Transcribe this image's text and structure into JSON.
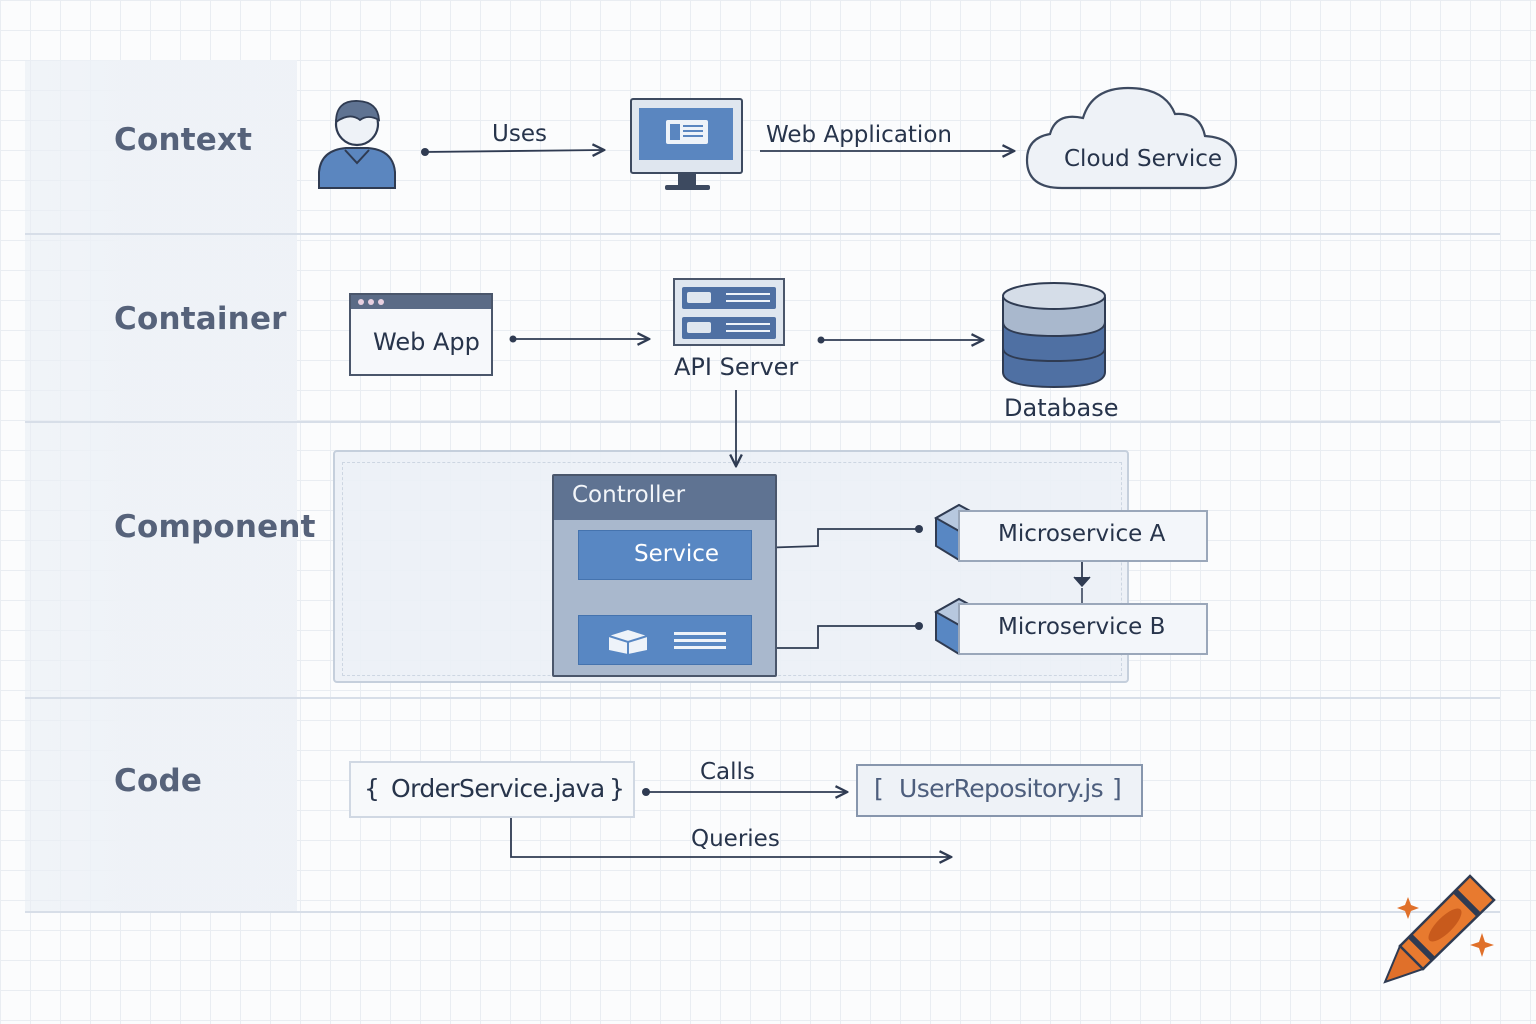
{
  "layers": {
    "context": "Context",
    "container": "Container",
    "component": "Component",
    "code": "Code"
  },
  "context": {
    "user_icon": "user-icon",
    "edge_uses": "Uses",
    "monitor_icon": "monitor-icon",
    "edge_web_application": "Web Application",
    "cloud_label": "Cloud Service"
  },
  "container": {
    "web_app": "Web App",
    "api_server": "API Server",
    "database": "Database"
  },
  "component": {
    "controller": "Controller",
    "service": "Service",
    "microservice_a": "Microservice A",
    "microservice_b": "Microservice B"
  },
  "code": {
    "order_open": "{",
    "order_service": "OrderService.java",
    "order_close": "}",
    "edge_calls": "Calls",
    "repo_open": "[",
    "user_repository": "UserRepository.js",
    "repo_close": "]",
    "edge_queries": "Queries"
  },
  "colors": {
    "accent_blue": "#5887c3",
    "dark_stroke": "#3d4a60",
    "label_gray": "#56627a",
    "crayon_orange": "#e0702a"
  }
}
